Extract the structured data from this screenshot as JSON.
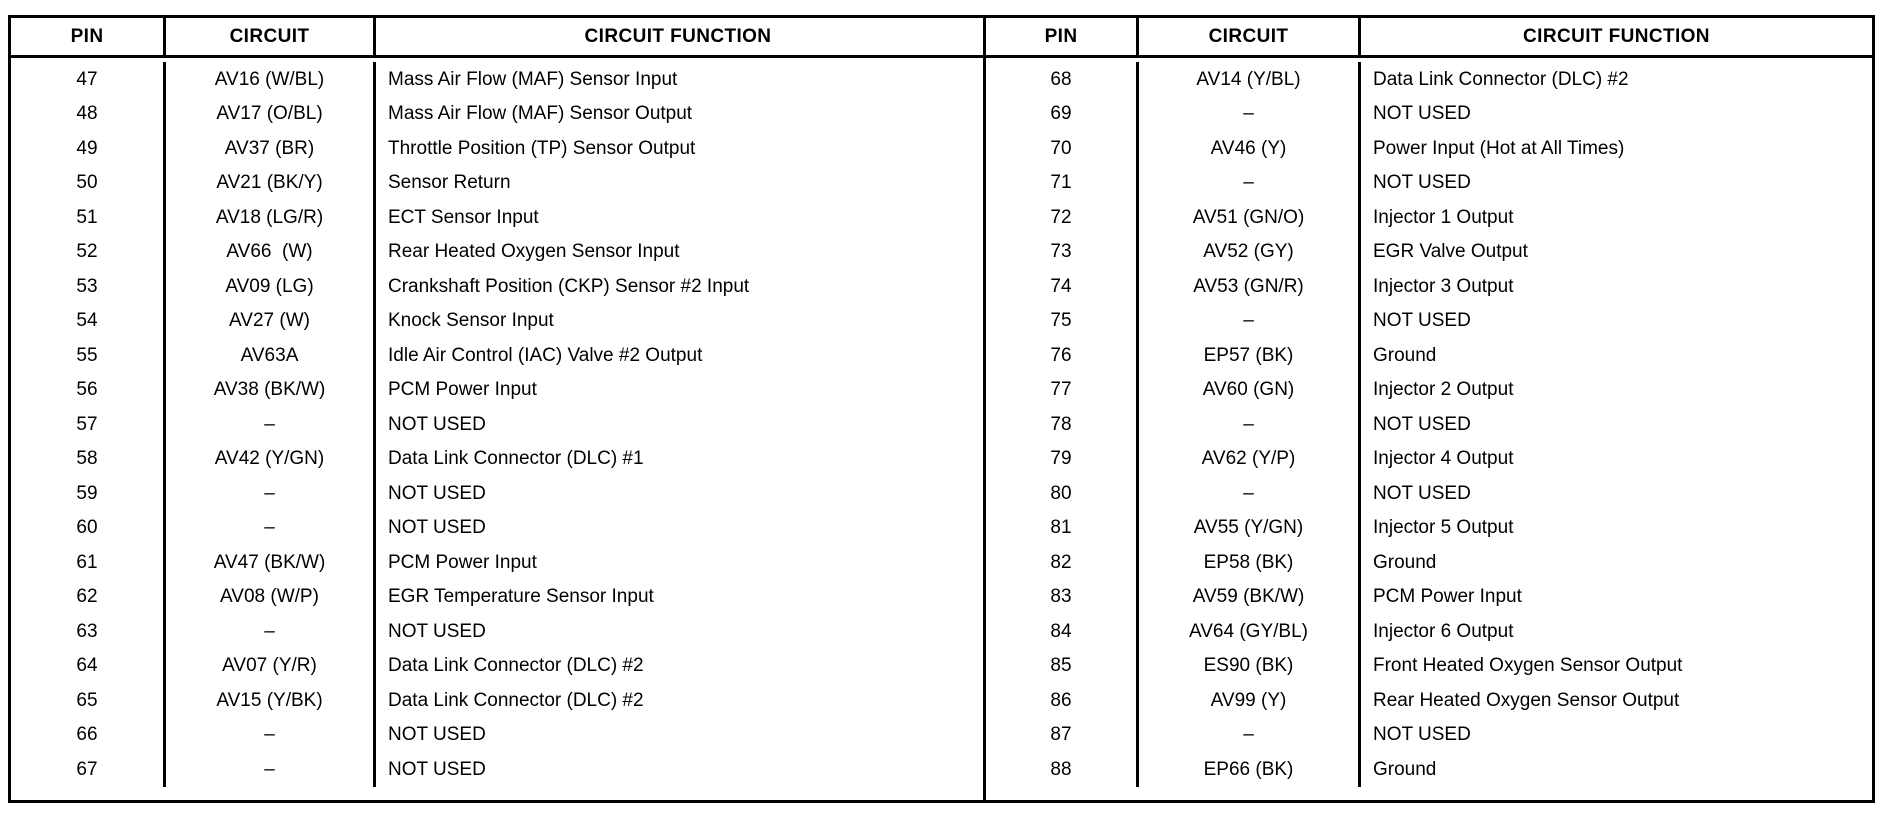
{
  "tables": [
    {
      "name": "pins-47-67",
      "headers": {
        "pin": "PIN",
        "circuit": "CIRCUIT",
        "function": "CIRCUIT FUNCTION"
      },
      "rows": [
        {
          "pin": "47",
          "circuit": "AV16 (W/BL)",
          "function": "Mass Air Flow (MAF) Sensor Input"
        },
        {
          "pin": "48",
          "circuit": "AV17 (O/BL)",
          "function": "Mass Air Flow (MAF) Sensor Output"
        },
        {
          "pin": "49",
          "circuit": "AV37 (BR)",
          "function": "Throttle Position (TP) Sensor Output"
        },
        {
          "pin": "50",
          "circuit": "AV21 (BK/Y)",
          "function": "Sensor Return"
        },
        {
          "pin": "51",
          "circuit": "AV18 (LG/R)",
          "function": "ECT Sensor Input"
        },
        {
          "pin": "52",
          "circuit": "AV66  (W)",
          "function": "Rear Heated Oxygen Sensor Input"
        },
        {
          "pin": "53",
          "circuit": "AV09 (LG)",
          "function": "Crankshaft Position (CKP) Sensor #2 Input"
        },
        {
          "pin": "54",
          "circuit": "AV27 (W)",
          "function": "Knock Sensor Input"
        },
        {
          "pin": "55",
          "circuit": "AV63A",
          "function": "Idle Air Control (IAC) Valve #2 Output"
        },
        {
          "pin": "56",
          "circuit": "AV38 (BK/W)",
          "function": "PCM Power Input"
        },
        {
          "pin": "57",
          "circuit": "–",
          "function": "NOT USED"
        },
        {
          "pin": "58",
          "circuit": "AV42 (Y/GN)",
          "function": "Data Link Connector (DLC) #1"
        },
        {
          "pin": "59",
          "circuit": "–",
          "function": "NOT USED"
        },
        {
          "pin": "60",
          "circuit": "–",
          "function": "NOT USED"
        },
        {
          "pin": "61",
          "circuit": "AV47 (BK/W)",
          "function": "PCM Power Input"
        },
        {
          "pin": "62",
          "circuit": "AV08 (W/P)",
          "function": "EGR Temperature Sensor Input"
        },
        {
          "pin": "63",
          "circuit": "–",
          "function": "NOT USED"
        },
        {
          "pin": "64",
          "circuit": "AV07 (Y/R)",
          "function": "Data Link Connector (DLC) #2"
        },
        {
          "pin": "65",
          "circuit": "AV15 (Y/BK)",
          "function": "Data Link Connector (DLC) #2"
        },
        {
          "pin": "66",
          "circuit": "–",
          "function": "NOT USED"
        },
        {
          "pin": "67",
          "circuit": "–",
          "function": "NOT USED"
        }
      ]
    },
    {
      "name": "pins-68-88",
      "headers": {
        "pin": "PIN",
        "circuit": "CIRCUIT",
        "function": "CIRCUIT FUNCTION"
      },
      "rows": [
        {
          "pin": "68",
          "circuit": "AV14 (Y/BL)",
          "function": "Data Link Connector (DLC) #2"
        },
        {
          "pin": "69",
          "circuit": "–",
          "function": "NOT USED"
        },
        {
          "pin": "70",
          "circuit": "AV46 (Y)",
          "function": "Power Input (Hot at All Times)"
        },
        {
          "pin": "71",
          "circuit": "–",
          "function": "NOT USED"
        },
        {
          "pin": "72",
          "circuit": "AV51 (GN/O)",
          "function": "Injector 1 Output"
        },
        {
          "pin": "73",
          "circuit": "AV52 (GY)",
          "function": "EGR Valve Output"
        },
        {
          "pin": "74",
          "circuit": "AV53 (GN/R)",
          "function": "Injector 3 Output"
        },
        {
          "pin": "75",
          "circuit": "–",
          "function": "NOT USED"
        },
        {
          "pin": "76",
          "circuit": "EP57 (BK)",
          "function": "Ground"
        },
        {
          "pin": "77",
          "circuit": "AV60 (GN)",
          "function": "Injector 2 Output"
        },
        {
          "pin": "78",
          "circuit": "–",
          "function": "NOT USED"
        },
        {
          "pin": "79",
          "circuit": "AV62 (Y/P)",
          "function": "Injector 4 Output"
        },
        {
          "pin": "80",
          "circuit": "–",
          "function": "NOT USED"
        },
        {
          "pin": "81",
          "circuit": "AV55 (Y/GN)",
          "function": "Injector 5 Output"
        },
        {
          "pin": "82",
          "circuit": "EP58 (BK)",
          "function": "Ground"
        },
        {
          "pin": "83",
          "circuit": "AV59 (BK/W)",
          "function": "PCM Power Input"
        },
        {
          "pin": "84",
          "circuit": "AV64 (GY/BL)",
          "function": "Injector 6 Output"
        },
        {
          "pin": "85",
          "circuit": "ES90 (BK)",
          "function": "Front Heated Oxygen Sensor Output"
        },
        {
          "pin": "86",
          "circuit": "AV99 (Y)",
          "function": "Rear Heated Oxygen Sensor Output"
        },
        {
          "pin": "87",
          "circuit": "–",
          "function": "NOT USED"
        },
        {
          "pin": "88",
          "circuit": "EP66 (BK)",
          "function": "Ground"
        }
      ]
    }
  ],
  "colors": {
    "ink": "#000000",
    "paper": "#ffffff"
  }
}
